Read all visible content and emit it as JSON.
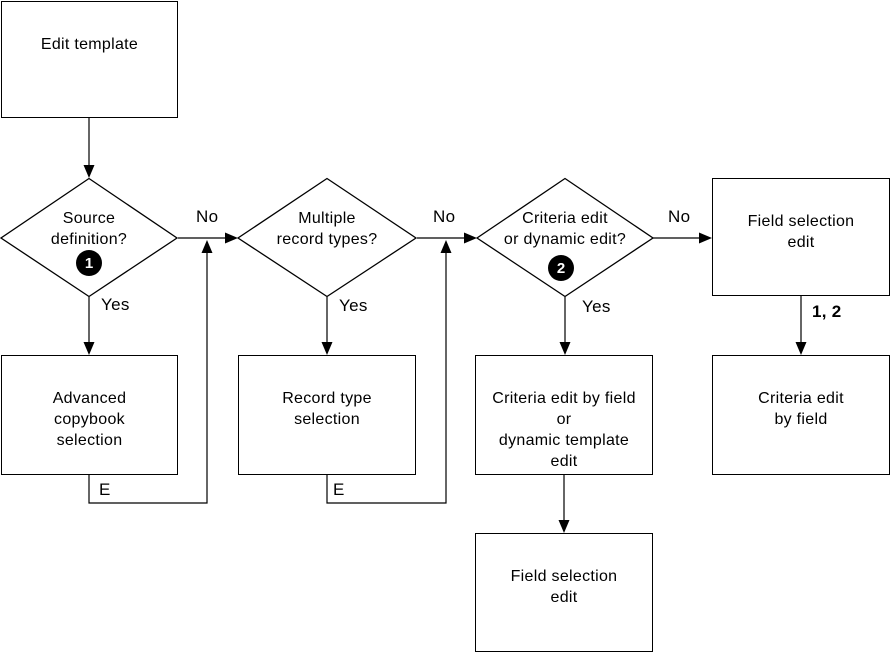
{
  "nodes": {
    "edit_template": {
      "label": "Edit template"
    },
    "advanced_copybook": {
      "label": "Advanced\ncopybook\nselection"
    },
    "record_type_selection": {
      "label": "Record type\nselection"
    },
    "criteria_edit_dynamic_template": {
      "label": "Criteria edit by field\nor\ndynamic template\nedit"
    },
    "field_selection_edit_top": {
      "label": "Field selection\nedit"
    },
    "criteria_edit_by_field": {
      "label": "Criteria edit\nby field"
    },
    "field_selection_edit_bottom": {
      "label": "Field selection\nedit"
    }
  },
  "decisions": {
    "source_definition": {
      "label": "Source\ndefinition?",
      "marker": "1"
    },
    "multiple_record_types": {
      "label": "Multiple\nrecord types?"
    },
    "criteria_or_dynamic_edit": {
      "label": "Criteria edit\nor dynamic edit?",
      "marker": "2"
    }
  },
  "edge_labels": {
    "source_no": "No",
    "source_yes": "Yes",
    "multiple_no": "No",
    "multiple_yes": "Yes",
    "criteria_no": "No",
    "criteria_yes": "Yes",
    "advanced_copybook_exit": "E",
    "record_type_exit": "E",
    "field_selection_exit": "1, 2"
  },
  "colors": {
    "background": "#ffffff",
    "line": "#000000",
    "marker_background": "#000000",
    "marker_text": "#ffffff"
  }
}
